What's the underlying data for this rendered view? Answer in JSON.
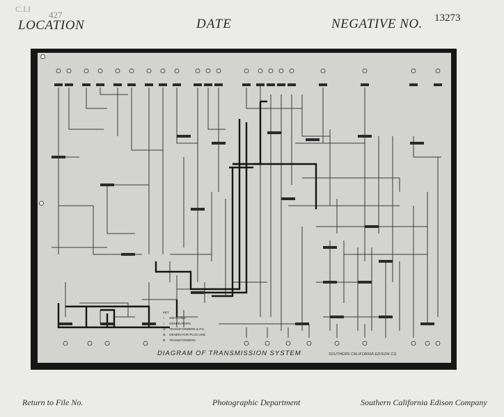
{
  "header": {
    "pencil_mark": "C.I.I",
    "pencil_number": "427",
    "location_label": "LOCATION",
    "date_label": "DATE",
    "negative_label": "NEGATIVE NO.",
    "negative_number": "13273"
  },
  "diagram": {
    "title": "DIAGRAM OF TRANSMISSION SYSTEM",
    "company_mark": "SOUTHERN CALIFORNIA EDISON CO.",
    "legend_title": "KEY",
    "legend_items": [
      {
        "symbol": "○",
        "label": "SWITCHES"
      },
      {
        "symbol": "○",
        "label": "GENERATORS"
      },
      {
        "symbol": "⊖",
        "label": "TRANSFORMERS & P.C."
      },
      {
        "symbol": "⊕",
        "label": "GENERATOR PLUS LINE"
      },
      {
        "symbol": "⧖",
        "label": "TRANSFORMERS"
      }
    ]
  },
  "footer": {
    "return_label": "Return to File No.",
    "department": "Photographic Department",
    "company": "Southern California Edison Company"
  }
}
